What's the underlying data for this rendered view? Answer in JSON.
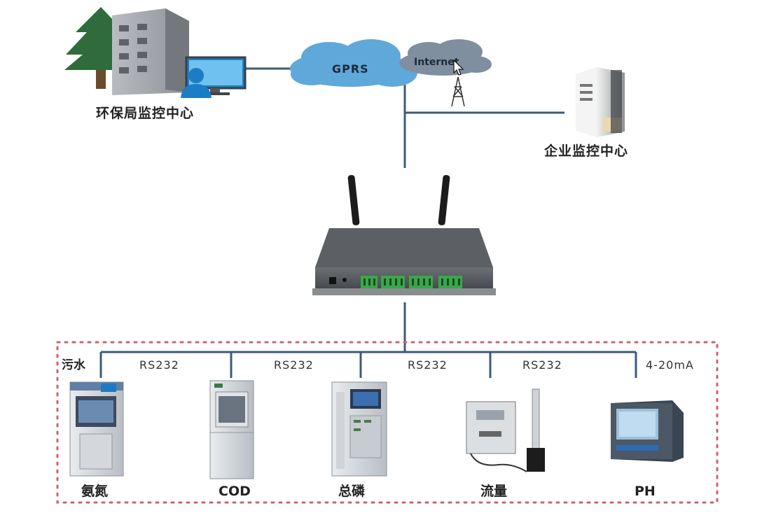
{
  "colors": {
    "line": "#3d5a7a",
    "dashed_border": "#d06070",
    "cloud": "#5fa8da",
    "cloud_dark": "#7f8fa0"
  },
  "top": {
    "epa_center_label": "环保局监控中心",
    "enterprise_center_label": "企业监控中心",
    "gprs_label": "GPRS",
    "internet_label": "Internet"
  },
  "field": {
    "sewage_label": "污水",
    "links": [
      {
        "label": "RS232"
      },
      {
        "label": "RS232"
      },
      {
        "label": "RS232"
      },
      {
        "label": "RS232"
      },
      {
        "label": "4-20mA"
      }
    ],
    "devices": [
      {
        "label": "氨氮",
        "icon": "ammonia-analyzer-icon"
      },
      {
        "label": "COD",
        "icon": "cod-analyzer-icon"
      },
      {
        "label": "总磷",
        "icon": "phosphorus-analyzer-icon"
      },
      {
        "label": "流量",
        "icon": "flow-meter-icon"
      },
      {
        "label": "PH",
        "icon": "ph-meter-icon"
      }
    ]
  }
}
